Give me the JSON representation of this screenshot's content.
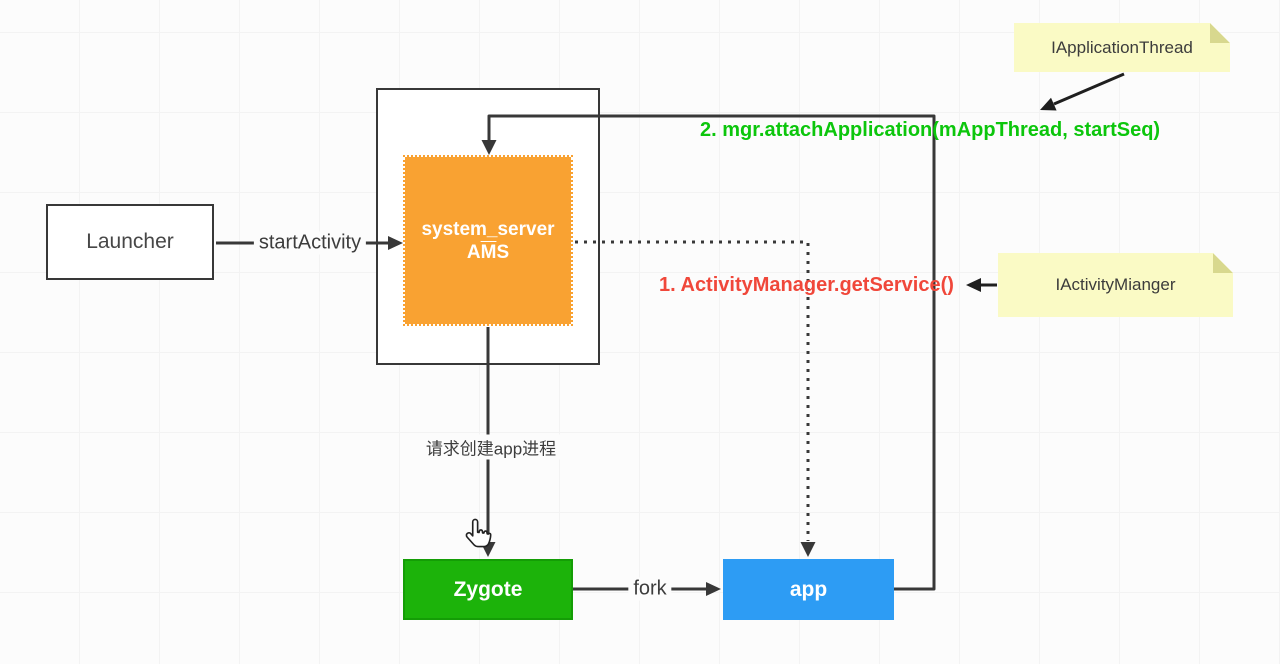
{
  "canvas": {
    "background": "#fcfcfc",
    "grid_color": "#f3f3f3",
    "line_color": "#383838"
  },
  "nodes": {
    "launcher": {
      "label": "Launcher"
    },
    "ams": {
      "line1": "system_server",
      "line2_pre": "A",
      "line2_overlined": "M",
      "line2_post": "S",
      "fill": "#f9a232"
    },
    "zygote": {
      "label": "Zygote",
      "fill": "#1cb30a"
    },
    "app": {
      "label": "app",
      "fill": "#2d9cf4"
    }
  },
  "notes": {
    "application_thread": {
      "label": "IApplicationThread",
      "fill": "#fafac5",
      "fold": "#d8d88e"
    },
    "activity_manager": {
      "label": "IActivityMianger",
      "fill": "#fafac5",
      "fold": "#d8d88e"
    }
  },
  "edge_labels": {
    "start_activity": "startActivity",
    "create_app_process": "请求创建app进程",
    "fork": "fork"
  },
  "annotations": {
    "attach_application": {
      "text": "2. mgr.attachApplication(mAppThread, startSeq)",
      "color": "#0cc60c"
    },
    "get_service": {
      "text": "1. ActivityManager.getService()",
      "color": "#f0473a"
    }
  },
  "cursor": {
    "type": "hand-pointer"
  }
}
